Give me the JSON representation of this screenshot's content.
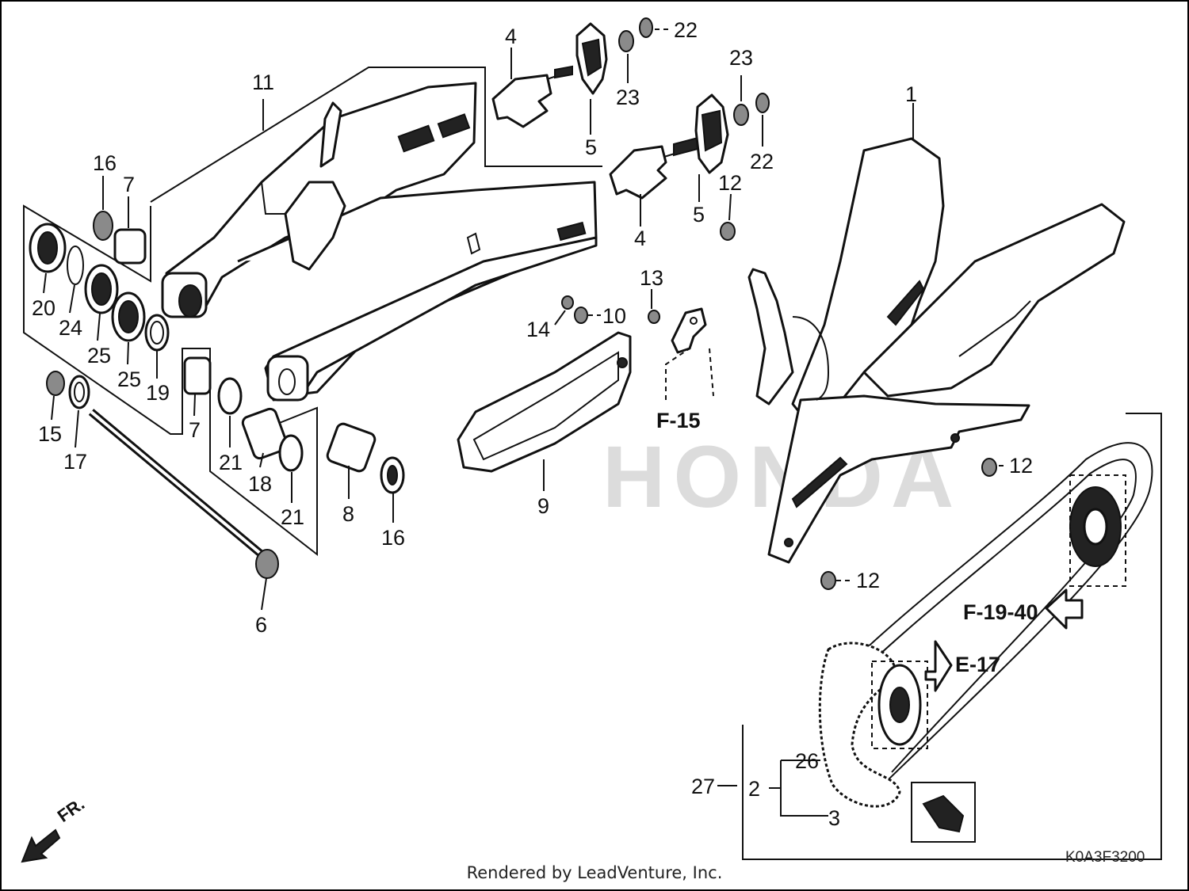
{
  "callouts": [
    {
      "id": "c1",
      "text": "1"
    },
    {
      "id": "c2",
      "text": "2"
    },
    {
      "id": "c3",
      "text": "3"
    },
    {
      "id": "c4a",
      "text": "4"
    },
    {
      "id": "c4b",
      "text": "4"
    },
    {
      "id": "c5a",
      "text": "5"
    },
    {
      "id": "c5b",
      "text": "5"
    },
    {
      "id": "c6",
      "text": "6"
    },
    {
      "id": "c7a",
      "text": "7"
    },
    {
      "id": "c7b",
      "text": "7"
    },
    {
      "id": "c8",
      "text": "8"
    },
    {
      "id": "c9",
      "text": "9"
    },
    {
      "id": "c10",
      "text": "10"
    },
    {
      "id": "c11",
      "text": "11"
    },
    {
      "id": "c12a",
      "text": "12"
    },
    {
      "id": "c12b",
      "text": "12"
    },
    {
      "id": "c12c",
      "text": "12"
    },
    {
      "id": "c13",
      "text": "13"
    },
    {
      "id": "c14",
      "text": "14"
    },
    {
      "id": "c15",
      "text": "15"
    },
    {
      "id": "c16a",
      "text": "16"
    },
    {
      "id": "c16b",
      "text": "16"
    },
    {
      "id": "c17",
      "text": "17"
    },
    {
      "id": "c18",
      "text": "18"
    },
    {
      "id": "c19",
      "text": "19"
    },
    {
      "id": "c20",
      "text": "20"
    },
    {
      "id": "c21a",
      "text": "21"
    },
    {
      "id": "c21b",
      "text": "21"
    },
    {
      "id": "c22a",
      "text": "22"
    },
    {
      "id": "c22b",
      "text": "22"
    },
    {
      "id": "c23a",
      "text": "23"
    },
    {
      "id": "c23b",
      "text": "23"
    },
    {
      "id": "c24",
      "text": "24"
    },
    {
      "id": "c25a",
      "text": "25"
    },
    {
      "id": "c25b",
      "text": "25"
    },
    {
      "id": "c26",
      "text": "26"
    },
    {
      "id": "c27",
      "text": "27"
    }
  ],
  "references": {
    "f15": "F-15",
    "f1940": "F-19-40",
    "e17": "E-17"
  },
  "front_marker": "FR.",
  "diagram_code": "K0A3F3200",
  "watermark": "HONDA",
  "footer": "Rendered by LeadVenture, Inc."
}
